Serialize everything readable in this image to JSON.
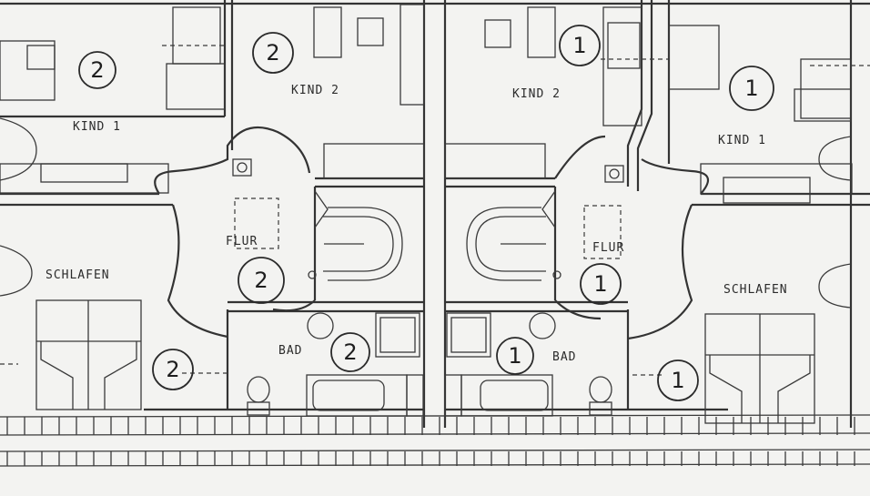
{
  "rooms_left": {
    "kind1": "KIND 1",
    "kind2": "KIND 2",
    "flur": "FLUR",
    "schlafen": "SCHLAFEN",
    "bad": "BAD"
  },
  "rooms_right": {
    "kind2": "KIND 2",
    "kind1": "KIND 1",
    "flur": "FLUR",
    "schlafen": "SCHLAFEN",
    "bad": "BAD"
  },
  "unit_markers_left": [
    "2",
    "2",
    "2",
    "2",
    "2"
  ],
  "unit_markers_right": [
    "1",
    "1",
    "1",
    "1",
    "1"
  ],
  "colors": {
    "ink": "#333333",
    "paper": "#f3f3f1"
  }
}
